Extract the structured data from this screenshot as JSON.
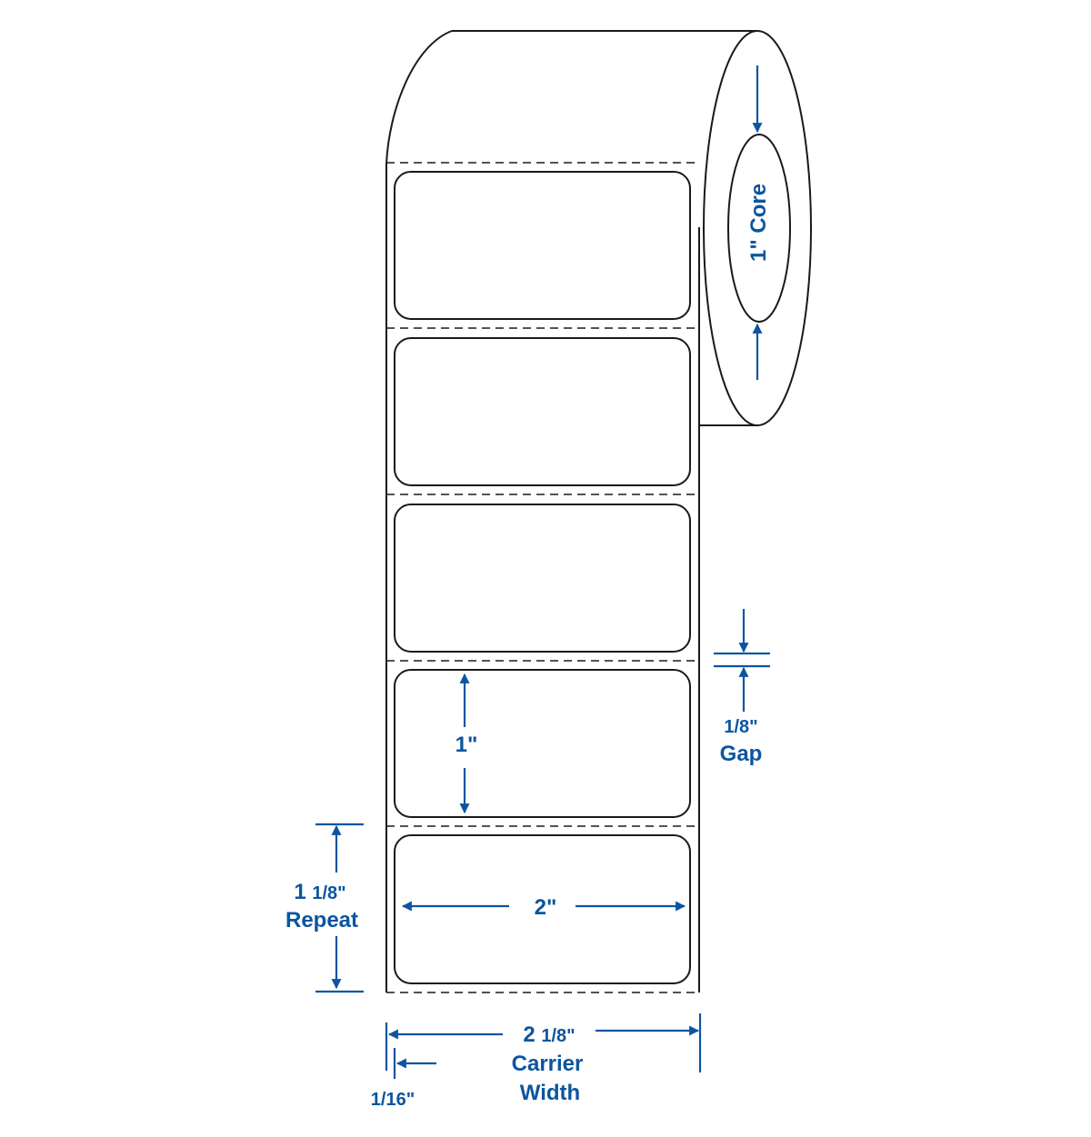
{
  "colors": {
    "dimension": "#0b55a0",
    "outline": "#1a1a1a"
  },
  "core": {
    "label": "1\" Core"
  },
  "gap": {
    "value": "1/8\"",
    "label": "Gap"
  },
  "label_height": {
    "value": "1\""
  },
  "label_width": {
    "value": "2\""
  },
  "repeat": {
    "value_whole": "1",
    "value_frac": "1/8\"",
    "label": "Repeat"
  },
  "carrier": {
    "value_whole": "2",
    "value_frac": "1/8\"",
    "label_1": "Carrier",
    "label_2": "Width"
  },
  "margin": {
    "value": "1/16\""
  }
}
